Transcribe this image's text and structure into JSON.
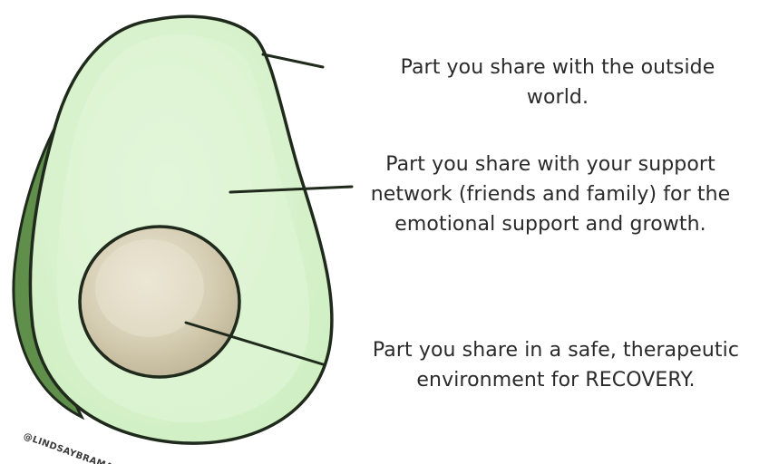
{
  "labels": {
    "outer": {
      "line1": "Part you share with the outside",
      "line2": "world."
    },
    "middle": {
      "line1": "Part you share with your support",
      "line2": "network (friends and family) for the",
      "line3": "emotional support and growth."
    },
    "inner": {
      "line1": "Part you share in a safe, therapeutic",
      "line2": "environment for RECOVERY."
    }
  },
  "credit": "@LINDSAYBRAMAN",
  "colors": {
    "skin_shadow": "#5f8f4a",
    "flesh": "#d6f2cb",
    "flesh_highlight": "#e6f8de",
    "pit": "#cdc3a6",
    "pit_highlight": "#e8e2cf",
    "outline": "#1f2a1c",
    "text": "#2a2a2a"
  }
}
